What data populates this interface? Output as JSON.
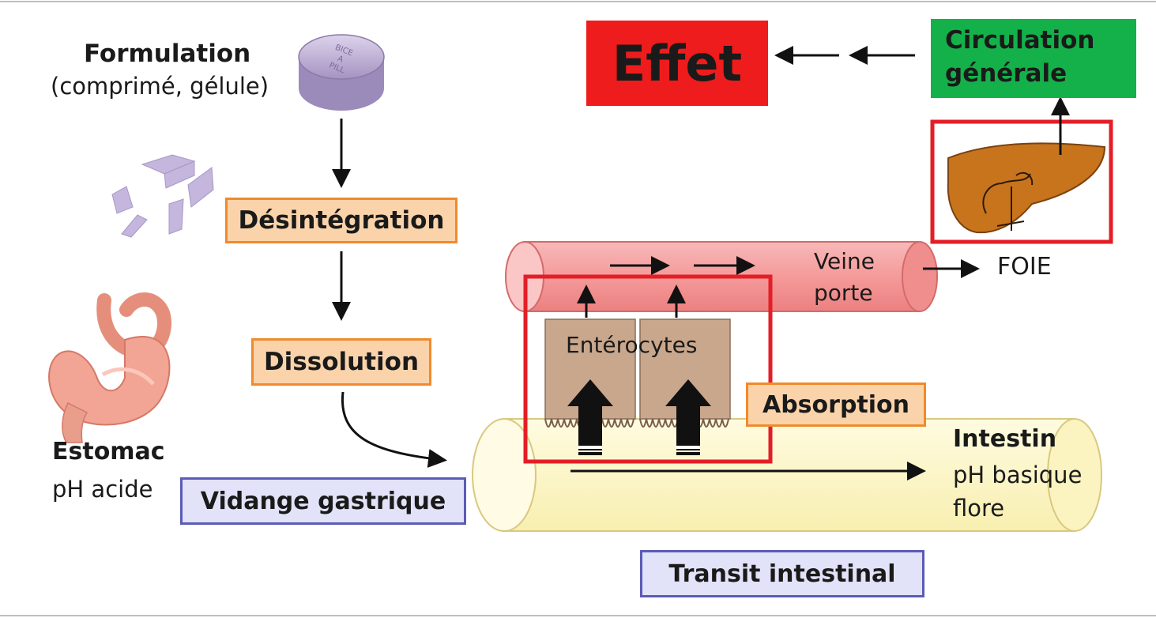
{
  "formulation": {
    "title": "Formulation",
    "subtitle": "(comprimé, gélule)",
    "tablet_text": "BICE\nA\nPILL"
  },
  "steps": {
    "desintegration": "Désintégration",
    "dissolution": "Dissolution",
    "vidange": "Vidange gastrique",
    "absorption": "Absorption",
    "transit": "Transit intestinal"
  },
  "estomac": {
    "title": "Estomac",
    "ph": "pH acide"
  },
  "intestin": {
    "title": "Intestin",
    "ph": "pH basique",
    "flore": "flore"
  },
  "veine": {
    "line1": "Veine",
    "line2": "porte"
  },
  "enterocytes": "Entérocytes",
  "foie": "FOIE",
  "effet": "Effet",
  "circulation": {
    "line1": "Circulation",
    "line2": "générale"
  },
  "colors": {
    "effet_bg": "#ee1c1c",
    "circulation_bg": "#14b14a",
    "highlight_red": "#e41e26",
    "box_orange_bg": "#fad3aa",
    "box_orange_border": "#f08a2c",
    "box_blue_bg": "#e2e2f8",
    "box_blue_border": "#5b5bb8",
    "vein_pink": "#f49a9a",
    "intestine_yellow": "#fdf8c8",
    "liver_brown": "#c8741c",
    "cell_tan": "#c9a78d"
  }
}
